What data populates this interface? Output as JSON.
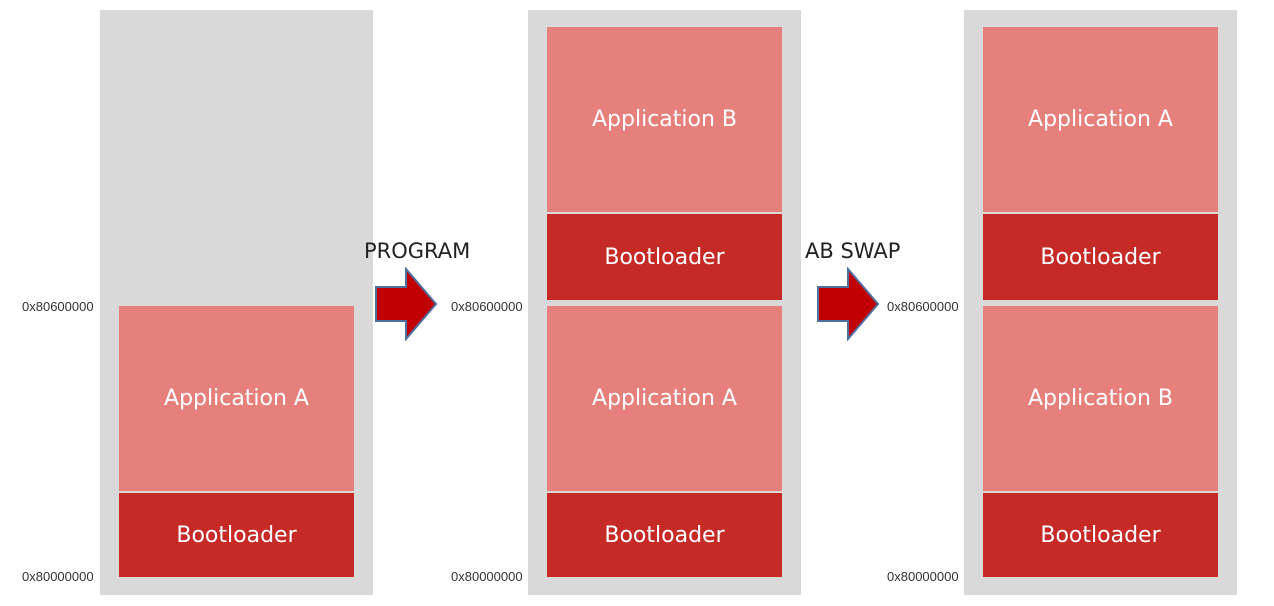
{
  "columns": [
    {
      "id": "before",
      "blocks": [
        {
          "label": "Application A",
          "kind": "app"
        },
        {
          "label": "Bootloader",
          "kind": "bootloader"
        }
      ],
      "addresses": {
        "upper": "0x80600000",
        "lower": "0x80000000"
      }
    },
    {
      "id": "after-program",
      "blocks": [
        {
          "label": "Application B",
          "kind": "app"
        },
        {
          "label": "Bootloader",
          "kind": "bootloader"
        },
        {
          "label": "Application A",
          "kind": "app"
        },
        {
          "label": "Bootloader",
          "kind": "bootloader"
        }
      ],
      "addresses": {
        "upper": "0x80600000",
        "lower": "0x80000000"
      }
    },
    {
      "id": "after-swap",
      "blocks": [
        {
          "label": "Application A",
          "kind": "app"
        },
        {
          "label": "Bootloader",
          "kind": "bootloader"
        },
        {
          "label": "Application B",
          "kind": "app"
        },
        {
          "label": "Bootloader",
          "kind": "bootloader"
        }
      ],
      "addresses": {
        "upper": "0x80600000",
        "lower": "0x80000000"
      }
    }
  ],
  "steps": [
    {
      "label": "PROGRAM"
    },
    {
      "label": "AB SWAP"
    }
  ],
  "colors": {
    "panel": "#d9d9d9",
    "application": "#e5807c",
    "bootloader": "#c52a26",
    "arrow_fill": "#c00000",
    "arrow_stroke": "#4f6f9f"
  }
}
